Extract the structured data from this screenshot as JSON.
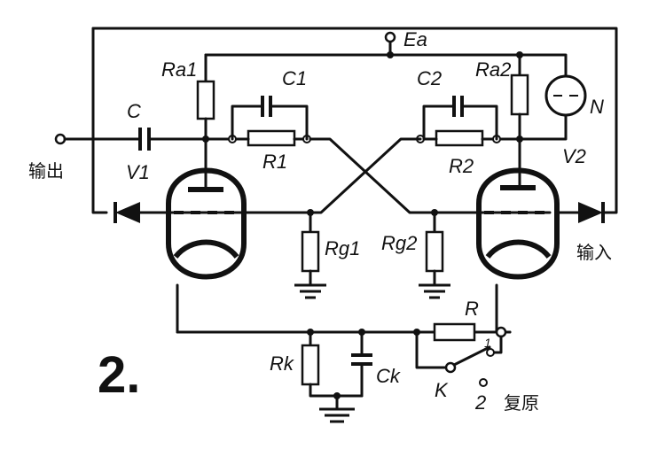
{
  "figure_number": "2.",
  "labels": {
    "Ea": "Ea",
    "Ra1": "Ra1",
    "Ra2": "Ra2",
    "C1": "C1",
    "C2": "C2",
    "R1": "R1",
    "R2": "R2",
    "C": "C",
    "V1": "V1",
    "V2": "V2",
    "Rg1": "Rg1",
    "Rg2": "Rg2",
    "R": "R",
    "Rk": "Rk",
    "Ck": "Ck",
    "K": "K",
    "N": "N",
    "node1": "1",
    "node2": "2"
  },
  "text": {
    "output": "输出",
    "input": "输入",
    "reset": "复原"
  }
}
